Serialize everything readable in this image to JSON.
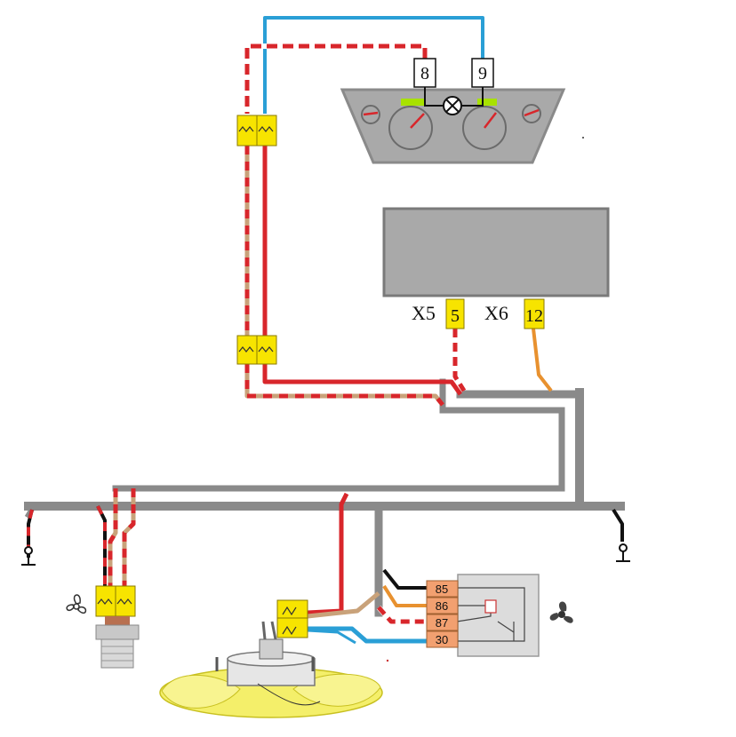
{
  "instrument_cluster": {
    "pin_left": "8",
    "pin_right": "9"
  },
  "control_unit": {
    "connector_x5": "X5",
    "pin_x5": "5",
    "connector_x6": "X6",
    "pin_x6": "12"
  },
  "relay": {
    "pins": [
      "85",
      "86",
      "87",
      "30"
    ]
  },
  "colors": {
    "wire_red": "#d8262b",
    "wire_blue": "#2a9fd6",
    "wire_orange": "#e8912f",
    "wire_tan": "#c9a27a",
    "harness_gray": "#8a8a8a",
    "connector_yellow": "#f7e400",
    "panel_gray": "#a9a9a9"
  },
  "icons": [
    "fan-icon",
    "ground-icon",
    "indicator-lamp-icon",
    "temperature-sensor-icon",
    "radiator-fan-motor-icon"
  ]
}
